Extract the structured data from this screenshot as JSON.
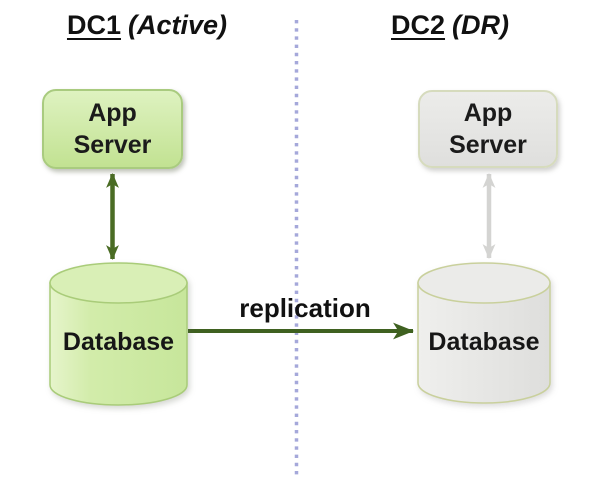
{
  "title_dc1": {
    "name": "DC1",
    "mode": "(Active)"
  },
  "title_dc2": {
    "name": "DC2",
    "mode": "(DR)"
  },
  "dc1": {
    "app_server_label": "App Server",
    "database_label": "Database"
  },
  "dc2": {
    "app_server_label": "App Server",
    "database_label": "Database"
  },
  "replication_label": "replication",
  "colors": {
    "active_box_fill": "#cde9a4",
    "active_box_border": "#a9cb7f",
    "active_arrow": "#4a6c24",
    "replication_arrow": "#3f6120",
    "dr_box_fill": "#e3e3e1",
    "dr_box_border": "#d6dbbd",
    "dr_arrow": "#d4d4d2",
    "separator_dotted": "#a5a8da",
    "text": "#111111"
  }
}
